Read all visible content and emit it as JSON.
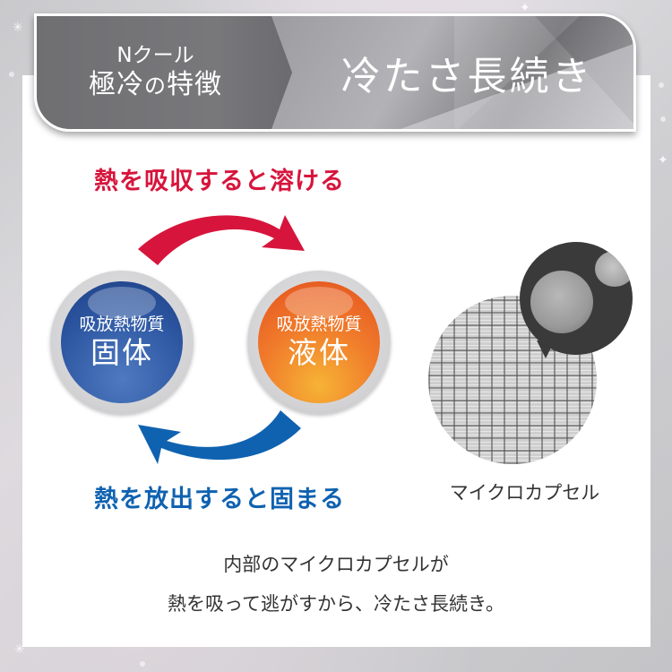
{
  "banner": {
    "subtitle": "Nクール",
    "title_part1": "極冷",
    "title_part2": "の",
    "title_part3": "特徴",
    "headline": "冷たさ長続き"
  },
  "cycle": {
    "top_label": "熱を吸収すると溶ける",
    "bottom_label": "熱を放出すると固まる",
    "solid_orb": {
      "line1": "吸放熱物質",
      "line2": "固体",
      "color": "#2f59a4"
    },
    "liquid_orb": {
      "line1": "吸放熱物質",
      "line2": "液体",
      "color": "#f07a2b"
    },
    "top_arrow_color": "#d7153c",
    "bottom_arrow_color": "#0f62b0"
  },
  "capsule": {
    "label": "マイクロカプセル",
    "icons": [
      "mesh-fabric-image",
      "microcapsule-magnified-image"
    ]
  },
  "description": {
    "line1": "内部のマイクロカプセルが",
    "line2": "熱を吸って逃がすから、冷たさ長続き。"
  },
  "colors": {
    "red": "#d7153c",
    "blue": "#0f62b0",
    "banner_dark": "#6f6f72",
    "banner_light": "#9c9ca0",
    "text": "#333333"
  }
}
